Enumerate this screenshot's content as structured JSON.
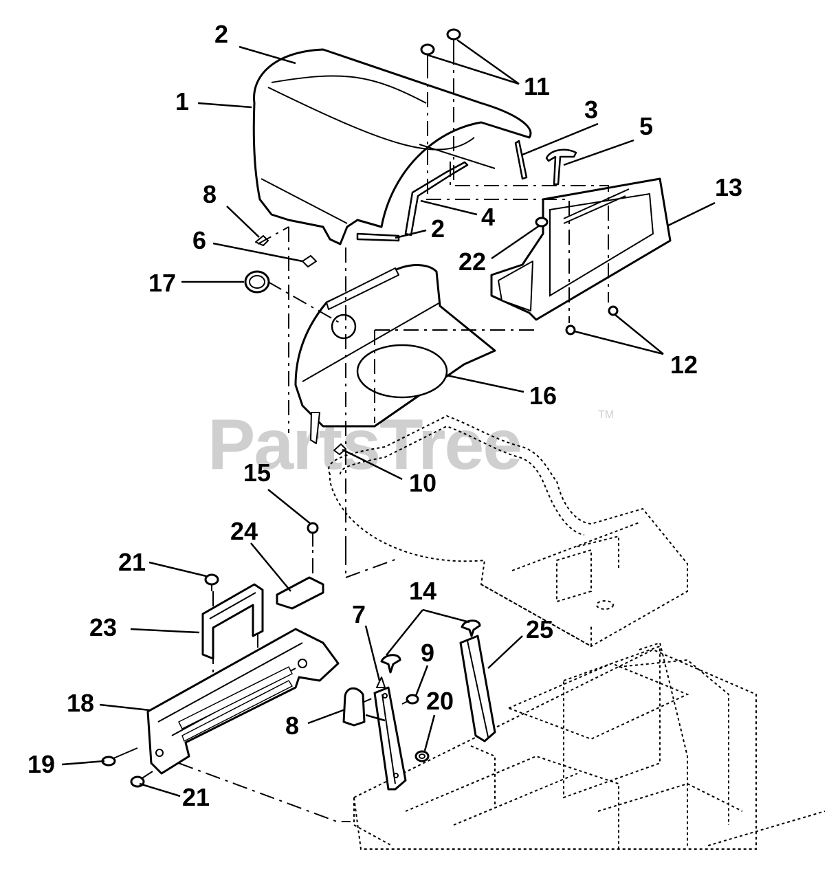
{
  "watermark": {
    "text": "PartsTree",
    "trademark": "TM"
  },
  "callouts": [
    "1",
    "2",
    "2",
    "3",
    "4",
    "5",
    "6",
    "7",
    "8",
    "8",
    "9",
    "10",
    "11",
    "12",
    "13",
    "14",
    "15",
    "16",
    "17",
    "18",
    "19",
    "20",
    "21",
    "21",
    "22",
    "23",
    "24",
    "25"
  ],
  "parts": [
    "hood",
    "hood-pin",
    "hood-retainer",
    "hood-bumper",
    "fuel-line",
    "hood-handle",
    "screw-6",
    "bracket-7",
    "clip-8",
    "screw-9",
    "screw-10",
    "carriage-bolt-11",
    "nut-12",
    "dash-panel-13",
    "plug-14",
    "screw-15",
    "firewall-16",
    "fuel-cap-17",
    "hood-support-18",
    "bolt-19",
    "nut-20",
    "bolt-21",
    "grommet-22",
    "bracket-23",
    "plate-24",
    "support-25"
  ]
}
